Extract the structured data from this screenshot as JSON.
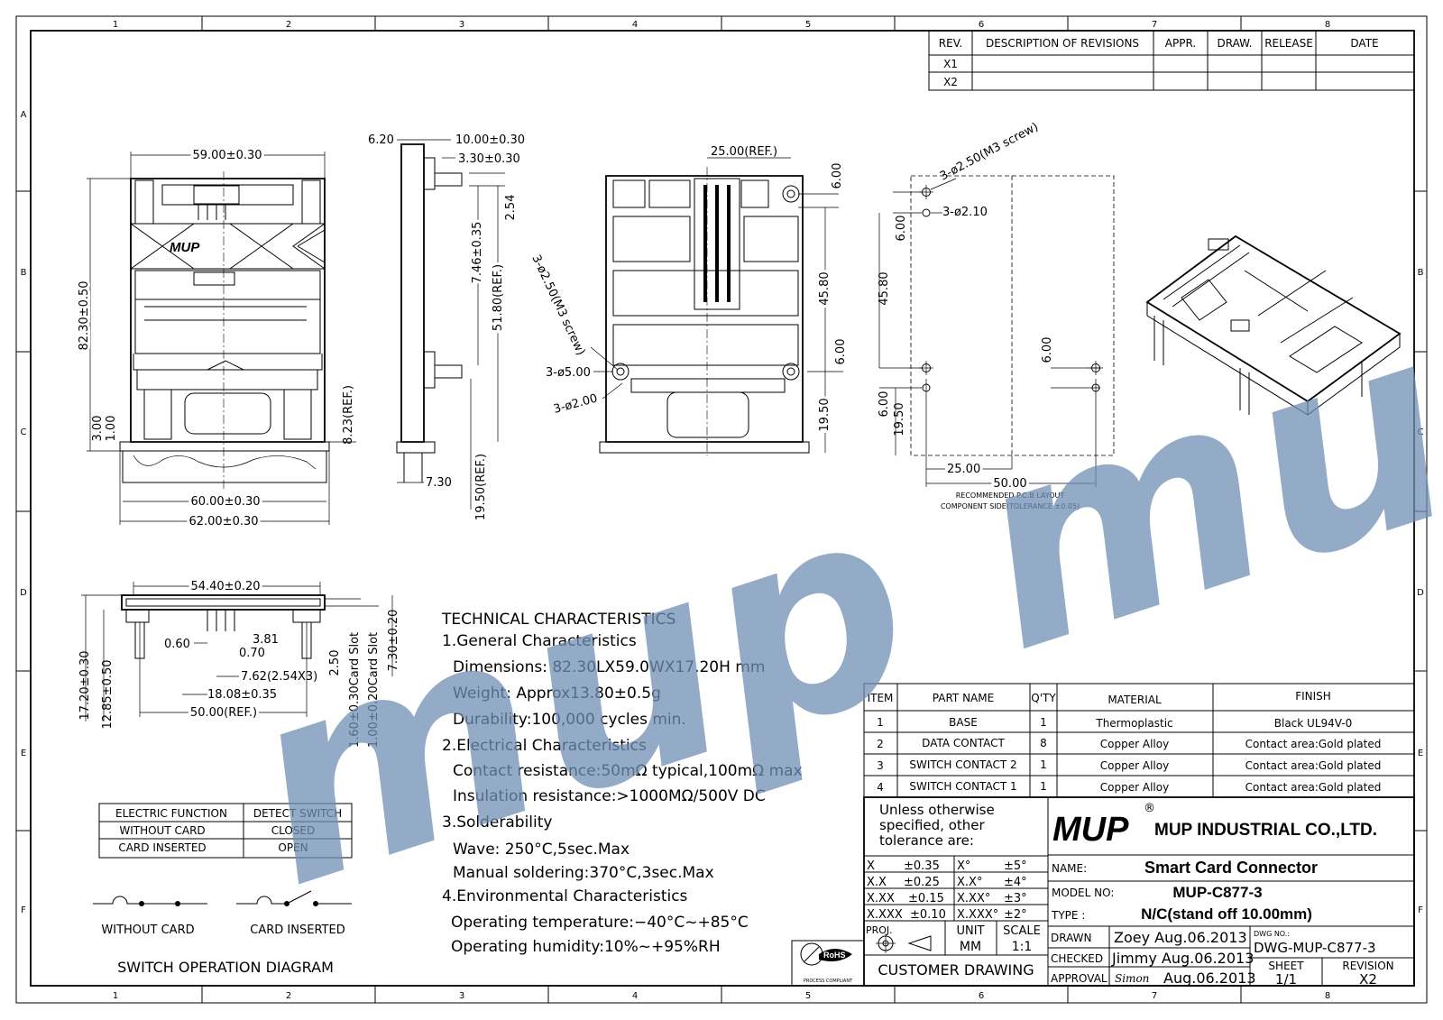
{
  "border": {
    "columns": [
      "1",
      "2",
      "3",
      "4",
      "5",
      "6",
      "7",
      "8"
    ],
    "rows": [
      "A",
      "B",
      "C",
      "D",
      "E",
      "F"
    ]
  },
  "revisions": {
    "headers": [
      "REV.",
      "DESCRIPTION OF REVISIONS",
      "APPR.",
      "DRAW.",
      "RELEASE",
      "DATE"
    ],
    "rows": [
      "X1",
      "X2"
    ]
  },
  "watermark": "mup mup",
  "views": {
    "front": {
      "width_top": "59.00±0.30",
      "height": "82.30±0.50",
      "d1": "3.00",
      "d2": "1.00",
      "d3": "8.23(REF.)",
      "width_mid": "60.00±0.30",
      "width_bottom": "62.00±0.30",
      "logo": "MUP"
    },
    "side": {
      "a": "6.20",
      "b": "10.00±0.30",
      "c": "3.30±0.30",
      "d": "2.54",
      "e": "7.46±0.35",
      "f": "51.80(REF.)",
      "g": "7.30",
      "h": "19.50(REF.)"
    },
    "top": {
      "a": "25.00(REF.)",
      "b": "6.00",
      "c": "45.80",
      "d": "6.00",
      "e": "19.50",
      "f": "3-ø2.50(M3 screw)",
      "g": "3-ø5.00",
      "h": "3-ø2.00"
    },
    "pcb": {
      "a": "3-ø2.50(M3 screw)",
      "b": "3-ø2.10",
      "c": "6.00",
      "d": "45.80",
      "e": "6.00",
      "f": "6.00",
      "g": "19.50",
      "h": "25.00",
      "i": "50.00",
      "caption1": "RECOMMENDED P.C.B LAYOUT",
      "caption2": "COMPONENT SIDE(TOLERANCE ±0.05)"
    },
    "bottom": {
      "a": "54.40±0.20",
      "b": "0.60",
      "c": "3.81",
      "d": "0.70",
      "e": "7.62(2.54X3)",
      "f": "18.08±0.35",
      "g": "50.00(REF.)",
      "h": "17.20±0.30",
      "i": "12.85±0.50",
      "j": "2.50",
      "k": "1.60±0.30Card Slot",
      "l": "1.00±0.20Card Slot",
      "m": "7.30±0.20"
    }
  },
  "switch_table": {
    "rows": [
      [
        "ELECTRIC FUNCTION",
        "DETECT SWITCH"
      ],
      [
        "WITHOUT CARD",
        "CLOSED"
      ],
      [
        "CARD INSERTED",
        "OPEN"
      ]
    ]
  },
  "switch_diagram": {
    "without": "WITHOUT CARD",
    "inserted": "CARD INSERTED",
    "title": "SWITCH OPERATION DIAGRAM"
  },
  "tech": {
    "lines": [
      "TECHNICAL CHARACTERISTICS",
      "1.General Characteristics",
      "Dimensions: 82.30LX59.0WX17.20H mm",
      "Weight: Approx13.80±0.5g",
      "Durability:100,000 cycles min.",
      "2.Electrical Characteristics",
      "Contact resistance:50mΩ typical,100mΩ max",
      "Insulation resistance:>1000MΩ/500V DC",
      "3.Solderability",
      "Wave: 250°C,5sec.Max",
      "Manual soldering:370°C,3sec.Max",
      "4.Environmental Characteristics",
      "Operating temperature:−40°C~+85°C",
      "Operating humidity:10%~+95%RH"
    ]
  },
  "bom": {
    "headers": [
      "ITEM",
      "PART NAME",
      "Q'TY",
      "MATERIAL",
      "FINISH"
    ],
    "rows": [
      [
        "1",
        "BASE",
        "1",
        "Thermoplastic",
        "Black UL94V-0"
      ],
      [
        "2",
        "DATA CONTACT",
        "8",
        "Copper Alloy",
        "Contact area:Gold plated"
      ],
      [
        "3",
        "SWITCH CONTACT 2",
        "1",
        "Copper Alloy",
        "Contact area:Gold plated"
      ],
      [
        "4",
        "SWITCH CONTACT 1",
        "1",
        "Copper Alloy",
        "Contact area:Gold plated"
      ]
    ]
  },
  "title_block": {
    "tolerance_note": [
      "Unless otherwise",
      "specified, other",
      "tolerance are:"
    ],
    "tol": [
      [
        "X",
        "±0.35",
        "X°",
        "±5°"
      ],
      [
        "X.X",
        "±0.25",
        "X.X°",
        "±4°"
      ],
      [
        "X.XX",
        "±0.15",
        "X.XX°",
        "±3°"
      ],
      [
        "X.XXX",
        "±0.10",
        "X.XXX°",
        "±2°"
      ]
    ],
    "proj": "PROJ.",
    "unit_label": "UNIT",
    "unit": "MM",
    "scale_label": "SCALE",
    "scale": "1:1",
    "rohs": "RoHS",
    "rohs_sub": "PROCESS COMPLIANT",
    "customer": "CUSTOMER DRAWING",
    "logo": "MUP",
    "reg": "®",
    "company": "MUP INDUSTRIAL CO.,LTD.",
    "name_label": "NAME:",
    "name": "Smart Card Connector",
    "model_label": "MODEL NO:",
    "model": "MUP-C877-3",
    "type_label": "TYPE :",
    "type": "N/C(stand off 10.00mm)",
    "drawn_label": "DRAWN",
    "drawn": "Zoey Aug.06.2013",
    "checked_label": "CHECKED",
    "checked": "Jimmy Aug.06.2013",
    "approval_label": "APPROVAL",
    "approval_sig": "Simon",
    "approval": "Aug.06.2013",
    "dwg_label": "DWG NO.:",
    "dwg": "DWG-MUP-C877-3",
    "sheet_label": "SHEET",
    "sheet": "1/1",
    "rev_label": "REVISION",
    "rev": "X2"
  }
}
